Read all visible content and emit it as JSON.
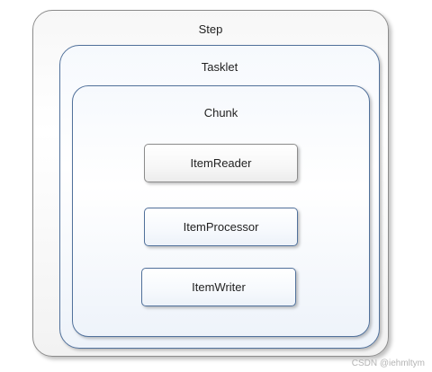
{
  "diagram": {
    "step_label": "Step",
    "tasklet_label": "Tasklet",
    "chunk_label": "Chunk",
    "items": {
      "reader": "ItemReader",
      "processor": "ItemProcessor",
      "writer": "ItemWriter"
    }
  },
  "watermark": "CSDN @iehmltym"
}
